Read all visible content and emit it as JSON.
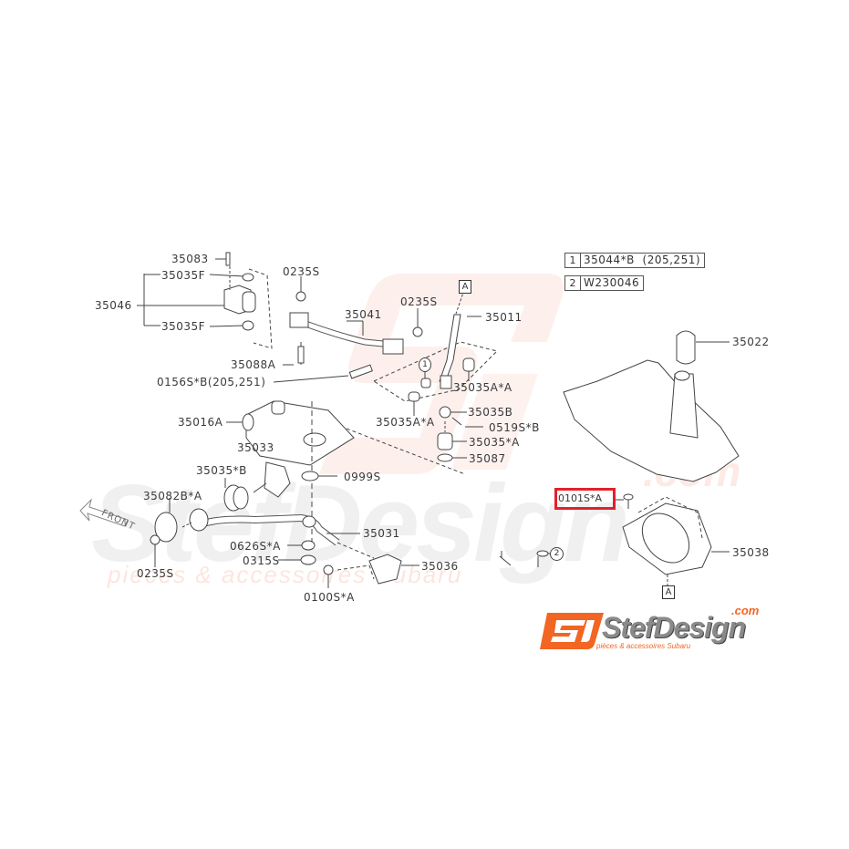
{
  "diagram": {
    "title": "Subaru gear shift linkage / shifter assembly exploded parts diagram",
    "legend": [
      {
        "marker": "1",
        "value": "35044*B  (205,251)"
      },
      {
        "marker": "2",
        "value": "W230046"
      }
    ],
    "part_labels": {
      "p35083": "35083",
      "p35035F_top": "35035F",
      "p35046": "35046",
      "p35035F_bottom": "35035F",
      "p0235S_top": "0235S",
      "p35041": "35041",
      "p0235S_mid": "0235S",
      "p35011": "35011",
      "p35088A": "35088A",
      "p0156SB": "0156S*B(205,251)",
      "p35035AA_right": "35035A*A",
      "p35035AA_left": "35035A*A",
      "p35035B": "35035B",
      "p0519SB": "0519S*B",
      "p35035A": "35035*A",
      "p35087": "35087",
      "p35016A": "35016A",
      "p35033": "35033",
      "p35035B_star": "35035*B",
      "p0999S": "0999S",
      "p35082BA": "35082B*A",
      "p35031": "35031",
      "p0626SA": "0626S*A",
      "p0315S": "0315S",
      "p35036": "35036",
      "p0235S_bottom": "0235S",
      "p0100SA": "0100S*A",
      "p35022": "35022",
      "p0101SA": "0101S*A",
      "p35038": "35038"
    },
    "reference_markers": {
      "top_A": "A",
      "bottom_A": "A",
      "circle_1": "1",
      "circle_2": "2"
    },
    "front_arrow": "FRONT",
    "highlighted_part": "0101S*A",
    "highlight_color": "#e3202a"
  },
  "watermark": {
    "brand": "StefDesign",
    "tld": ".com",
    "tagline": "pieces & accessoires Subaru"
  },
  "logo": {
    "brand": "StefDesign",
    "tld": ".com",
    "tagline": "pièces & accessoires Subaru",
    "accent_color": "#f26522"
  }
}
